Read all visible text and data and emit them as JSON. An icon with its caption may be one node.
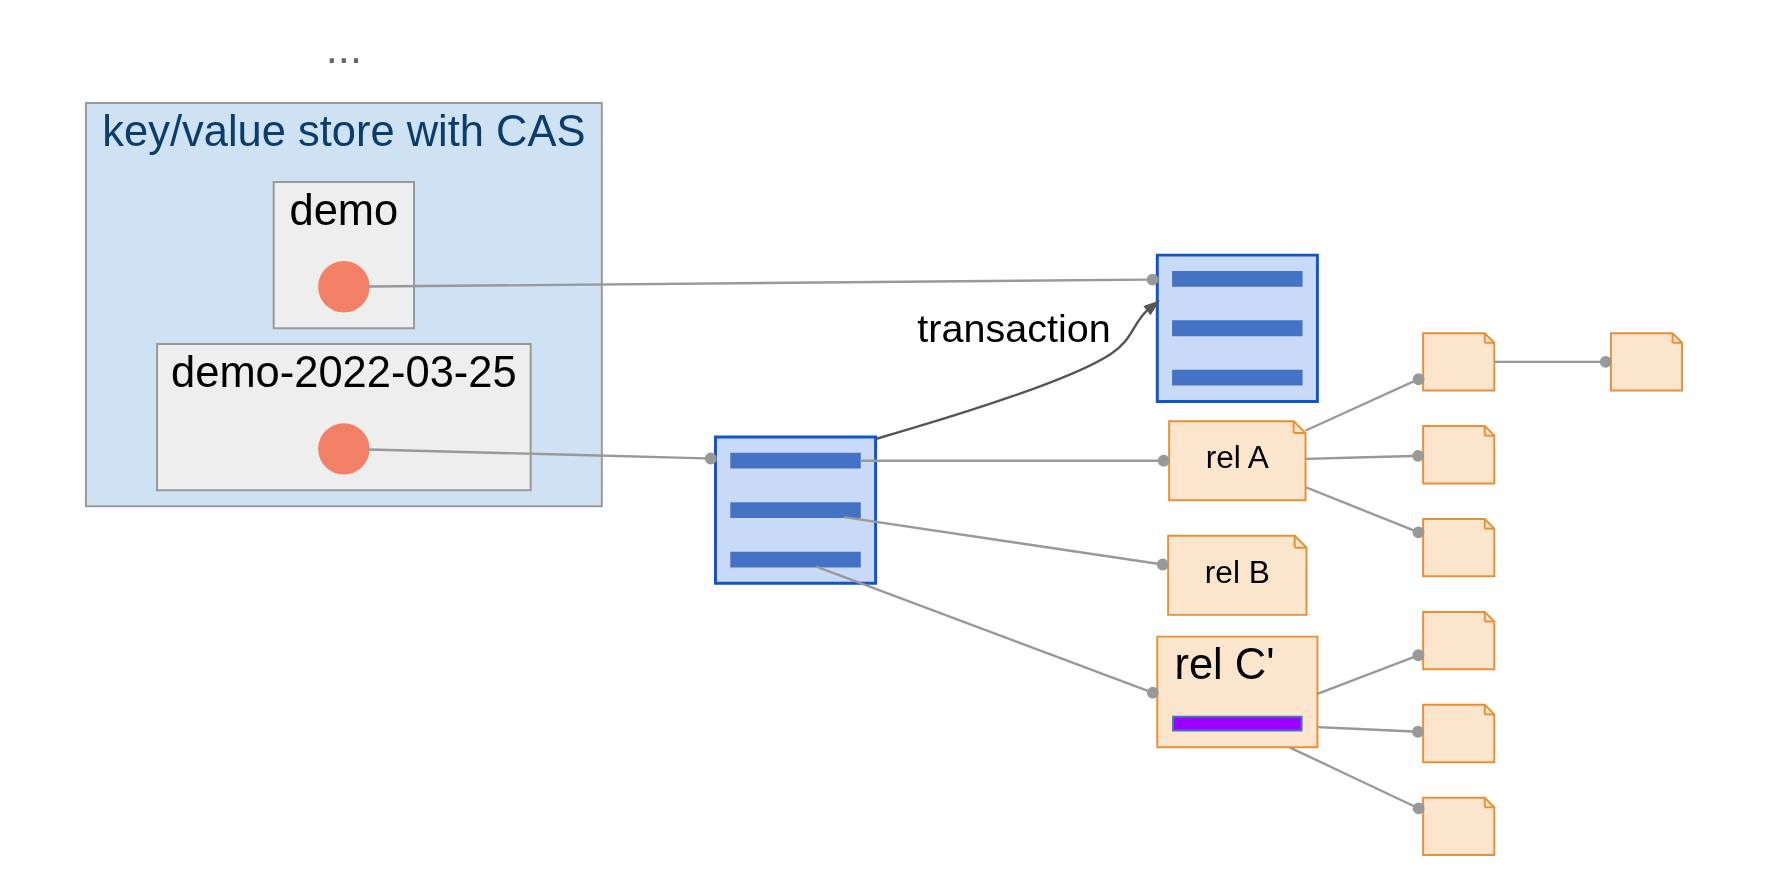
{
  "diagram": {
    "nodes": [
      {
        "text": [
          "key/value store with CAS"
        ]
      },
      {
        "text": [
          "demo-2022-03-25"
        ],
        "in": 0
      },
      {
        "text": [
          "demo"
        ],
        "in": 0
      },
      {
        "text": [],
        "shape": "circle",
        "in": 1
      },
      {
        "text": [],
        "shape": "circle",
        "in": 2
      },
      {
        "text": [],
        "shape": "document"
      },
      {
        "text": [],
        "shape": "bar",
        "in": 5
      },
      {
        "text": [],
        "shape": "bar",
        "in": 5
      },
      {
        "text": [],
        "shape": "bar",
        "in": 5
      },
      {
        "text": [],
        "shape": "document"
      },
      {
        "text": [],
        "shape": "bar",
        "in": 9
      },
      {
        "text": [],
        "shape": "bar",
        "in": 9
      },
      {
        "text": [],
        "shape": "bar",
        "in": 9
      },
      {
        "text": [
          "rel A"
        ]
      },
      {
        "text": [
          "rel B"
        ]
      },
      {
        "text": [
          "rel C'"
        ]
      },
      {
        "text": [],
        "shape": "bar",
        "in": 15
      },
      {
        "text": [],
        "shape": "document"
      },
      {
        "text": [],
        "shape": "document"
      },
      {
        "text": [],
        "shape": "document"
      },
      {
        "text": [],
        "shape": "document"
      },
      {
        "text": [],
        "shape": "document"
      },
      {
        "text": [],
        "shape": "document"
      },
      {
        "text": [],
        "shape": "document"
      }
    ],
    "edges": [
      {
        "from": 3,
        "to": 5,
        "arrow": "other"
      },
      {
        "from": 4,
        "to": 9,
        "arrow": "other"
      },
      {
        "from": 6,
        "to": 13,
        "arrow": "other"
      },
      {
        "from": 7,
        "to": 14,
        "arrow": "other"
      },
      {
        "from": 8,
        "to": 15,
        "arrow": "other"
      },
      {
        "from": 5,
        "to": 9,
        "arrow": "to",
        "label": "transaction",
        "color": "#555555"
      },
      {
        "from": 13,
        "to": 17,
        "arrow": "other"
      },
      {
        "from": 13,
        "to": 18,
        "arrow": "other"
      },
      {
        "from": 13,
        "to": 19,
        "arrow": "other"
      },
      {
        "from": 17,
        "to": 20,
        "arrow": "other"
      },
      {
        "from": 15,
        "to": 21,
        "arrow": "other"
      },
      {
        "from": 15,
        "to": 22,
        "arrow": "other"
      },
      {
        "from": 15,
        "to": 23,
        "arrow": "other"
      }
    ],
    "labels": [
      "..."
    ]
  }
}
